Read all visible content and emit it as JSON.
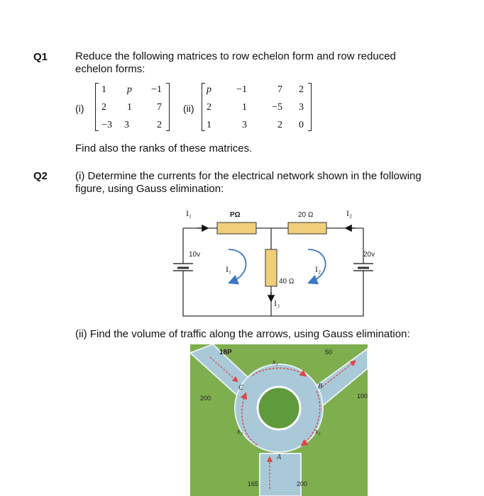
{
  "q1": {
    "number": "Q1",
    "line1": "Reduce the following matrices to row echelon form and row reduced",
    "line2": "echelon forms:",
    "label_i": "(i)",
    "label_ii": "(ii)",
    "matrix_i": [
      [
        "1",
        "p",
        "−1"
      ],
      [
        "2",
        "1",
        "7"
      ],
      [
        "−3",
        "3",
        "2"
      ]
    ],
    "matrix_ii": [
      [
        "p",
        "−1",
        "7",
        "2"
      ],
      [
        "2",
        "1",
        "−5",
        "3"
      ],
      [
        "1",
        "3",
        "2",
        "0"
      ]
    ],
    "footer": "Find also the ranks of these matrices."
  },
  "q2": {
    "number": "Q2",
    "part_i_line1": "(i) Determine the currents for the electrical network shown in the following",
    "part_i_line2": "figure, using Gauss elimination:",
    "part_ii": "(ii) Find the volume of traffic along the arrows, using Gauss elimination:"
  },
  "circuit": {
    "i1_top": "I₁",
    "i2_top": "I₂",
    "r_left": "PΩ",
    "r_right": "20 Ω",
    "r_middle": "40 Ω",
    "battery_left": "10v",
    "battery_right": "20v",
    "loop_left": "I₁",
    "loop_right": "I₂",
    "i3": "I₃"
  },
  "roundabout": {
    "top_left": "18P",
    "top_right": "50",
    "left": "200",
    "right": "100",
    "bottom_left": "165",
    "bottom_right": "200",
    "x1": "x₁",
    "x2": "x₂",
    "x3": "x₃",
    "node_a": "A",
    "node_b": "B",
    "node_c": "C",
    "colors": {
      "grass": "#7fae4f",
      "road": "#a9c9d9",
      "island": "#5f9a3c",
      "arrow": "#d44"
    }
  }
}
